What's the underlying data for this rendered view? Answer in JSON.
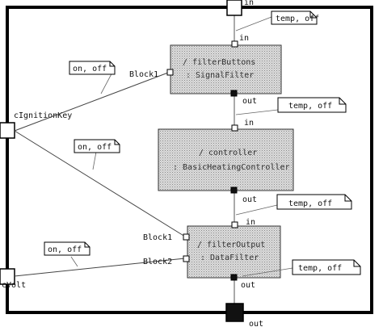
{
  "ports": {
    "top_in": "in",
    "bottom_out": "out",
    "ignition_key": "cIgnitionKey",
    "svolt": "cVolt"
  },
  "blocks": [
    {
      "line1": "/ filterButtons",
      "line2": ": SignalFilter",
      "port_left": "Block1",
      "port_top": "in",
      "port_bottom": "out"
    },
    {
      "line1": "/ controller",
      "line2": ": BasicHeatingController",
      "port_top": "in",
      "port_bottom": "out"
    },
    {
      "line1": "/ filterOutput",
      "line2": ": DataFilter",
      "port_left_1": "Block1",
      "port_left_2": "Block2",
      "port_top": "in",
      "port_bottom": "out"
    }
  ],
  "notes": {
    "n_top": "temp, off",
    "n_mid1": "temp, off",
    "n_mid2": "temp, off",
    "n_bottom": "temp, off",
    "n_left1": "on, off",
    "n_left2": "on, off",
    "n_left3": "on, off"
  }
}
